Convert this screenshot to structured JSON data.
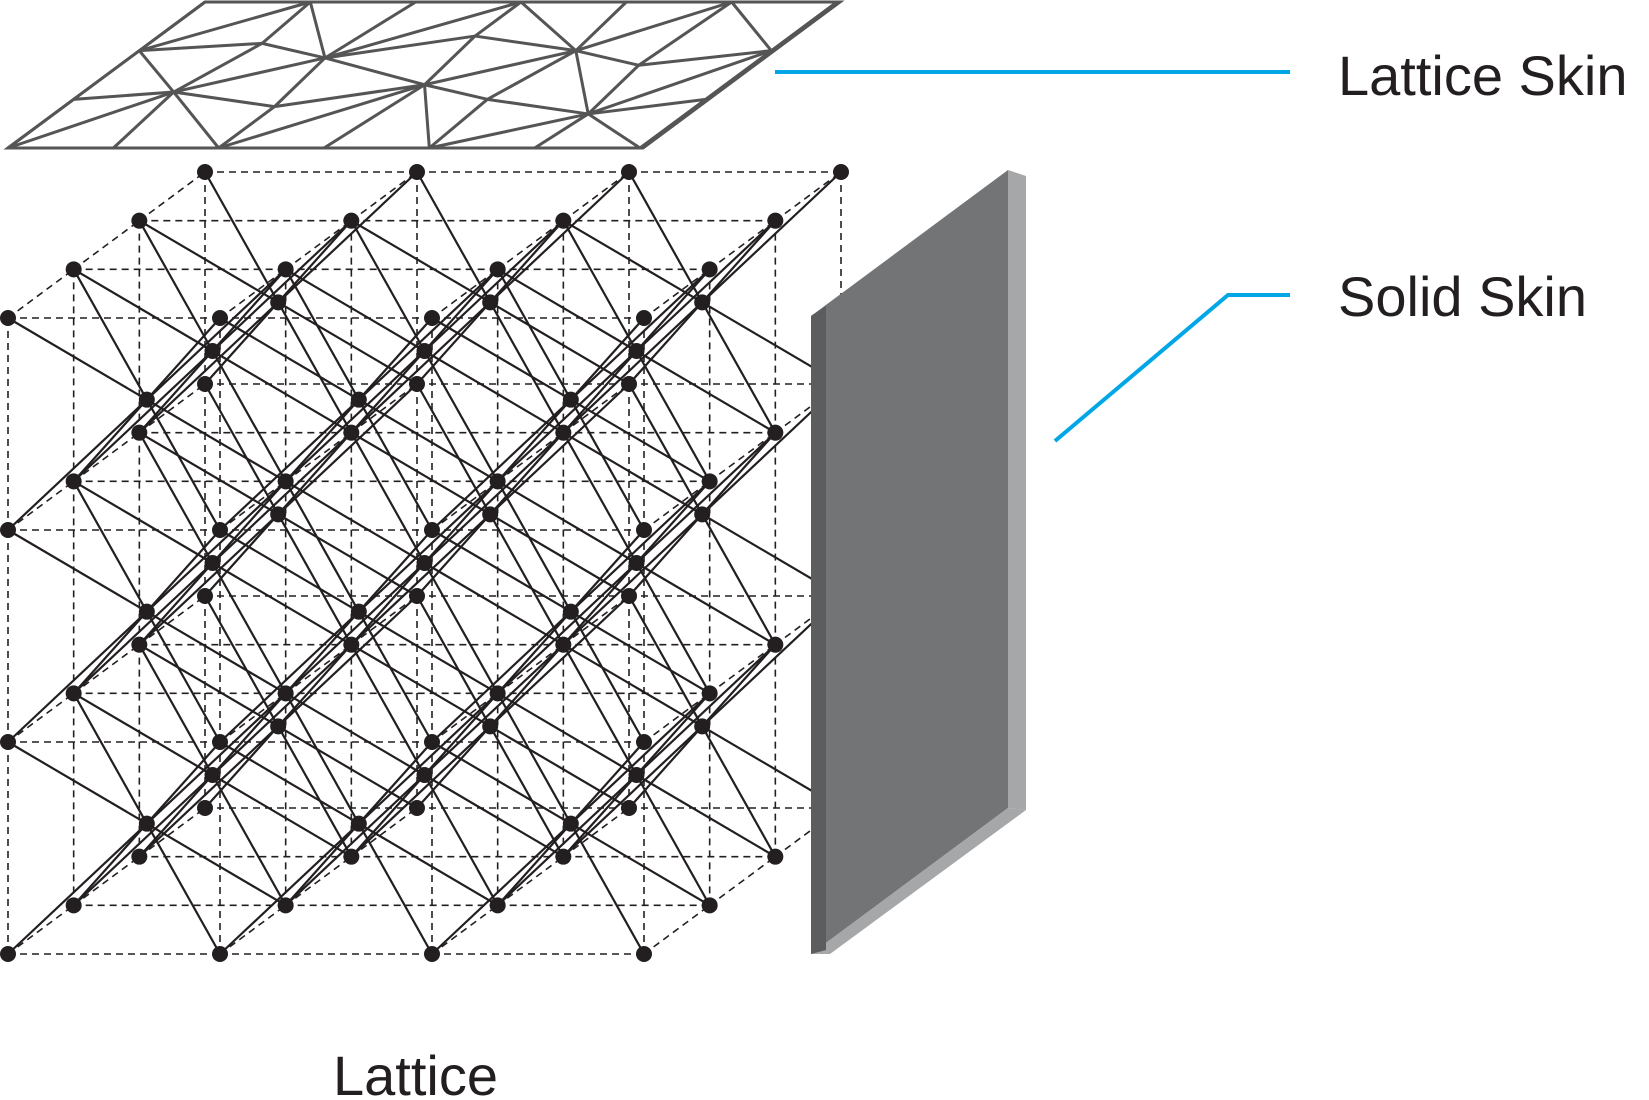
{
  "labels": {
    "lattice_skin": "Lattice Skin",
    "solid_skin": "Solid Skin",
    "lattice": "Lattice"
  },
  "colors": {
    "leader_line": "#00a6e6",
    "lattice": "#231f20",
    "skin_mesh": "#555555",
    "solid_skin_face": "#737476",
    "solid_skin_edge": "#a6a7a9",
    "solid_skin_dark": "#5c5d5f"
  },
  "lattice_cells": {
    "columns": 3,
    "rows": 3,
    "depth": 3
  }
}
